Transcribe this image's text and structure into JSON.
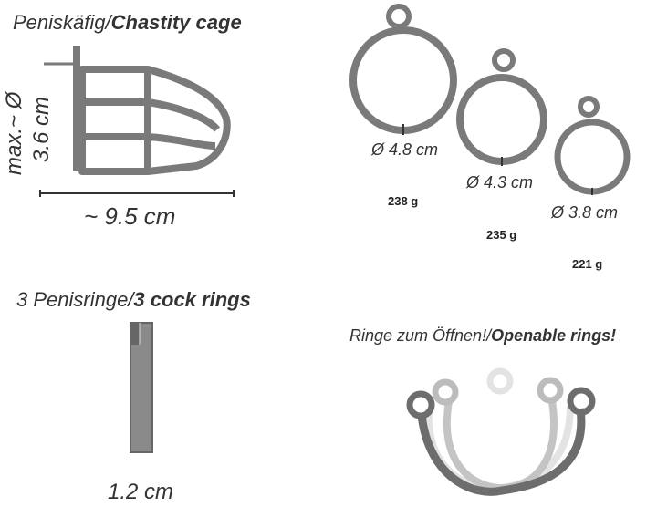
{
  "cage": {
    "title_de": "Peniskäfig/",
    "title_en": "Chastity cage",
    "height_prefix": "max.~ Ø",
    "height_value": "3.6 cm",
    "length": "~ 9.5 cm"
  },
  "rings": {
    "title_de": "3 Penisringe/",
    "title_en": "3 cock rings",
    "thickness": "1.2 cm",
    "items": [
      {
        "diameter": "Ø 4.8 cm",
        "weight": "238 g"
      },
      {
        "diameter": "Ø 4.3 cm",
        "weight": "235 g"
      },
      {
        "diameter": "Ø 3.8 cm",
        "weight": "221 g"
      }
    ]
  },
  "openable": {
    "title_de": "Ringe zum Öffnen!/",
    "title_en": "Openable rings!"
  },
  "colors": {
    "stroke": "#777777",
    "fill": "#8a8a8a",
    "light": "#bdbdbd",
    "lighter": "#dcdcdc"
  }
}
